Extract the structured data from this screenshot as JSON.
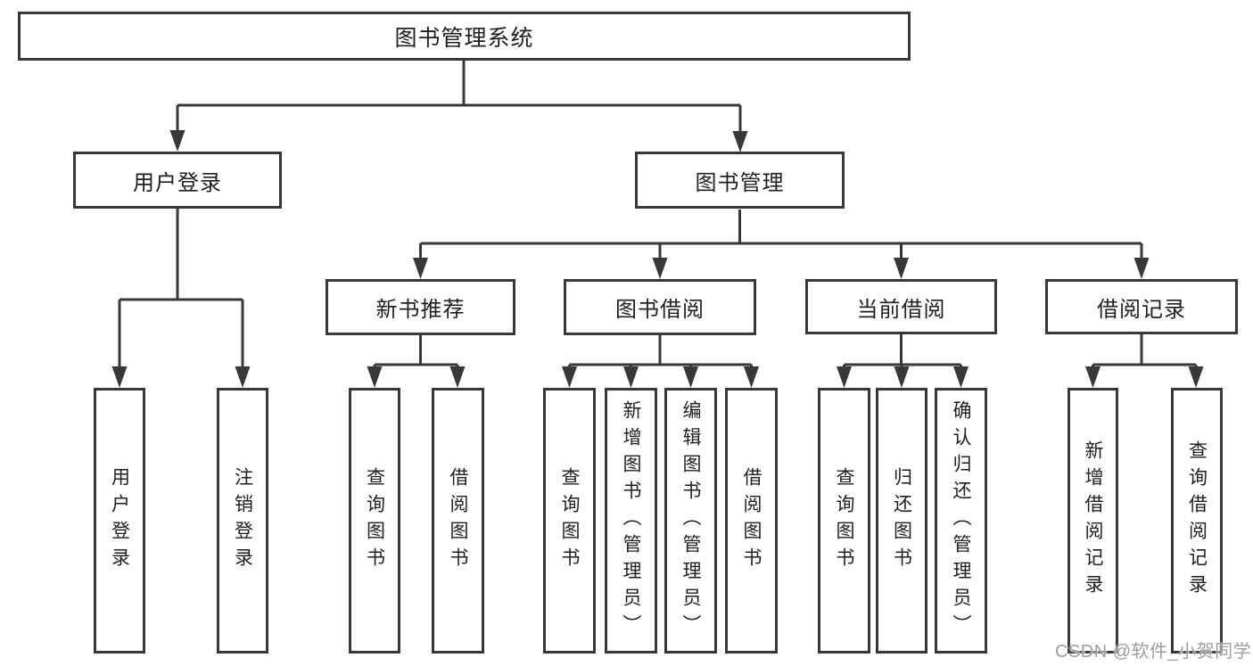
{
  "tree": {
    "root": {
      "label": "图书管理系统",
      "children": [
        {
          "label": "用户登录",
          "children": [
            {
              "label": "用户登录"
            },
            {
              "label": "注销登录"
            }
          ]
        },
        {
          "label": "图书管理",
          "children": [
            {
              "label": "新书推荐",
              "children": [
                {
                  "label": "查询图书"
                },
                {
                  "label": "借阅图书"
                }
              ]
            },
            {
              "label": "图书借阅",
              "children": [
                {
                  "label": "查询图书"
                },
                {
                  "label": "新增图书（管理员）"
                },
                {
                  "label": "编辑图书（管理员）"
                },
                {
                  "label": "借阅图书"
                }
              ]
            },
            {
              "label": "当前借阅",
              "children": [
                {
                  "label": "查询图书"
                },
                {
                  "label": "归还图书"
                },
                {
                  "label": "确认归还（管理员）"
                }
              ]
            },
            {
              "label": "借阅记录",
              "children": [
                {
                  "label": "新增借阅记录"
                },
                {
                  "label": "查询借阅记录"
                }
              ]
            }
          ]
        }
      ]
    }
  },
  "watermark": {
    "text": "CSDN @软件_小贺同学"
  },
  "colors": {
    "line": "#383838",
    "box_border": "#383838",
    "text": "#1f1f1f",
    "watermark": "#969696",
    "background": "#ffffff"
  }
}
